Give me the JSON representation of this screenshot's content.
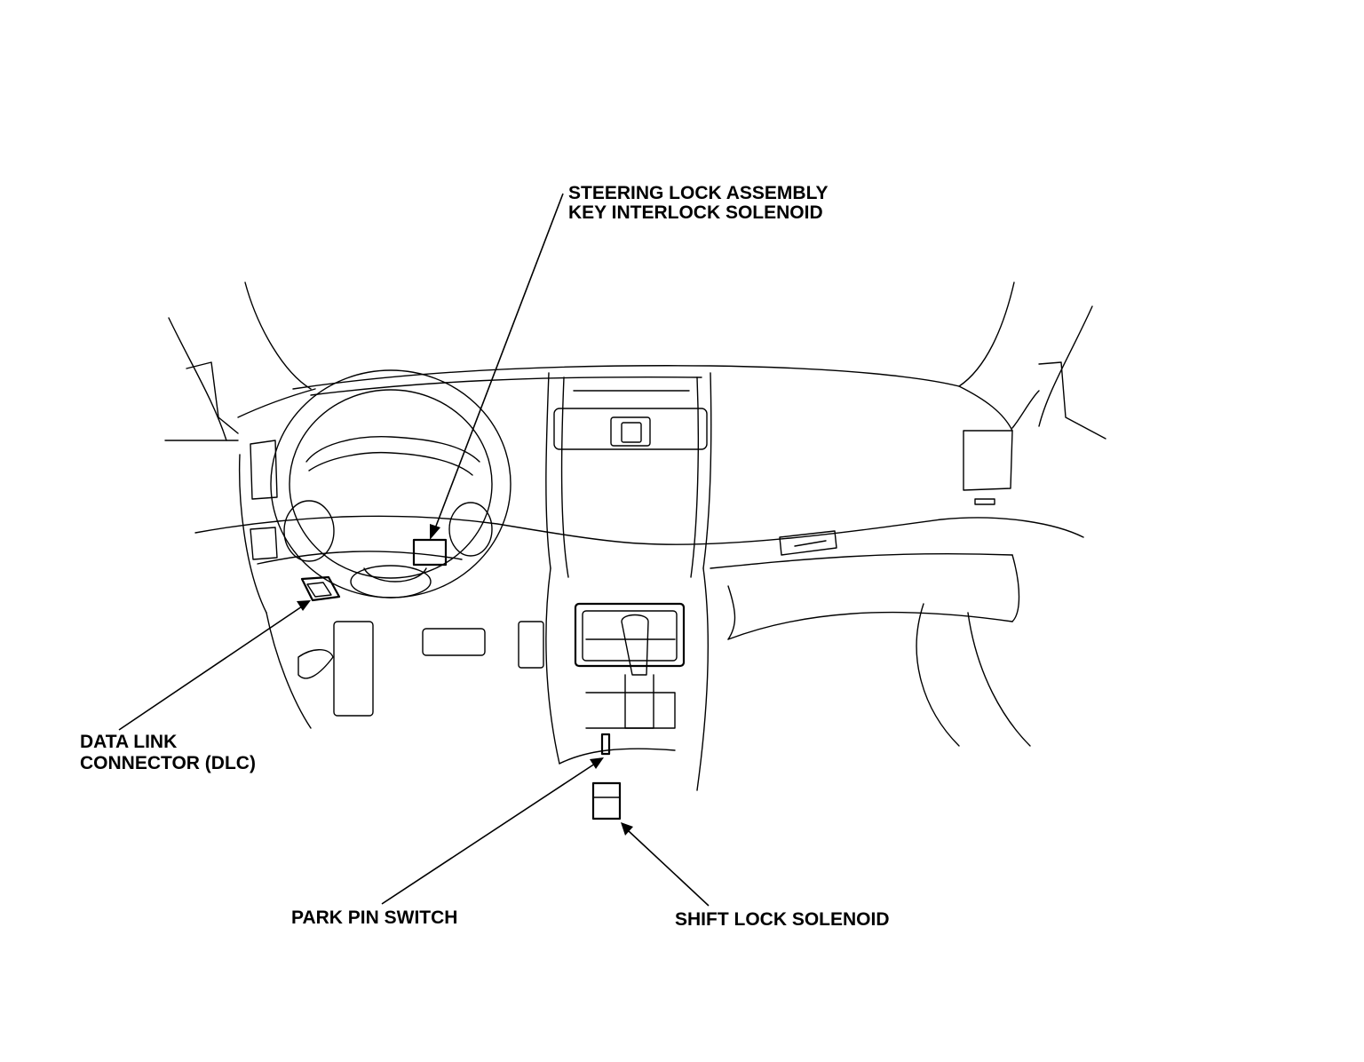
{
  "labels": {
    "steering_line1": "STEERING LOCK ASSEMBLY",
    "steering_line2": "KEY INTERLOCK SOLENOID",
    "dlc_line1": "DATA LINK",
    "dlc_line2": "CONNECTOR (DLC)",
    "park_pin": "PARK PIN SWITCH",
    "shift_lock": "SHIFT LOCK SOLENOID"
  }
}
